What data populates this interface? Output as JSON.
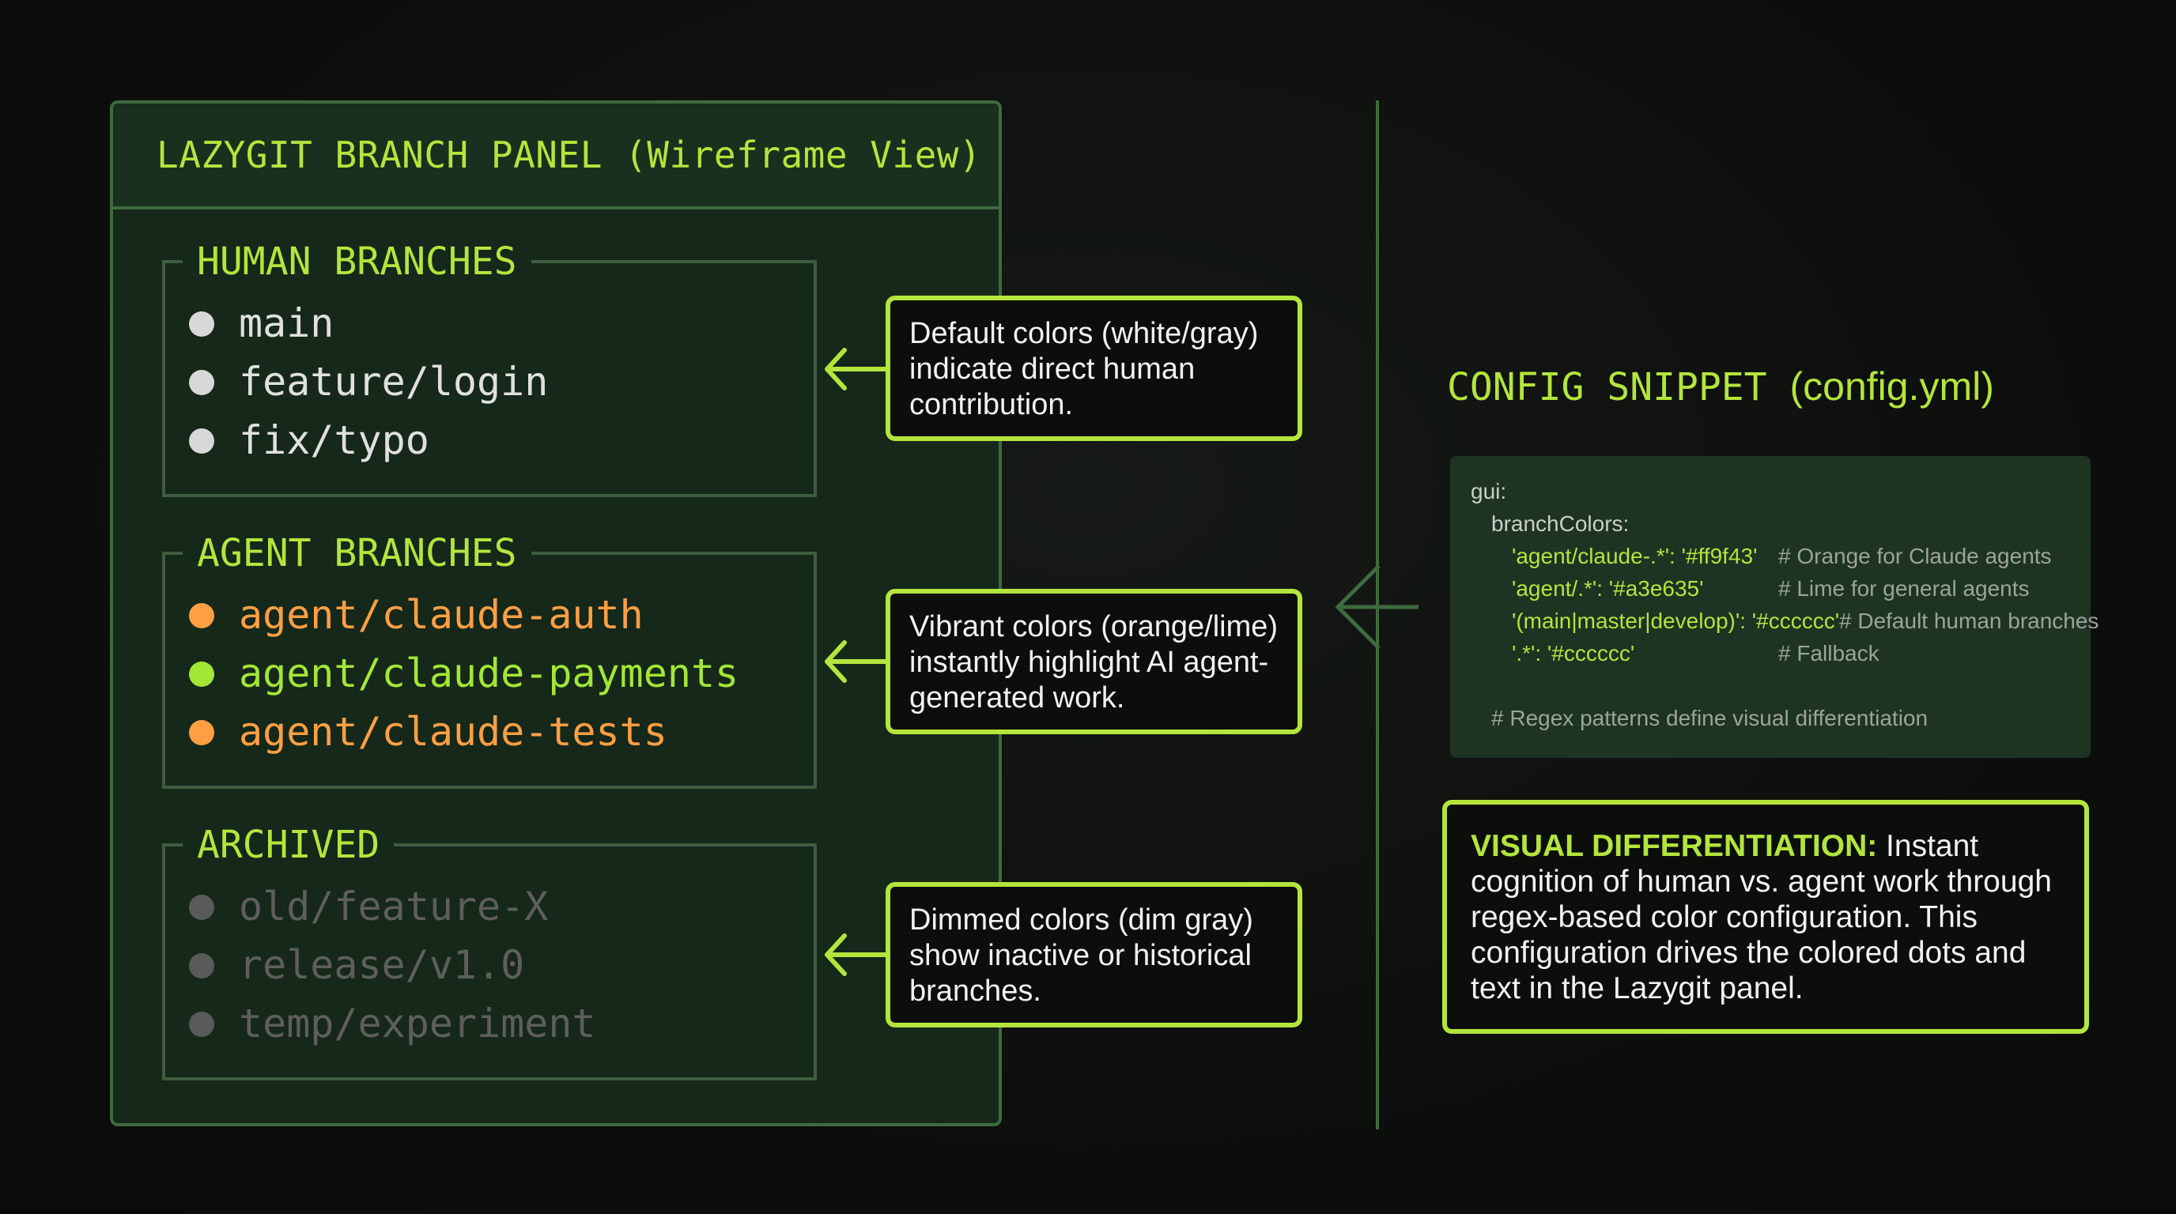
{
  "colors": {
    "lime": "#b4e53c",
    "human_dot": "#d8d8d8",
    "human_text": "#e0e0e0",
    "agent_orange": "#ff9f43",
    "agent_lime": "#a3e635",
    "archived": "#5a5a5a",
    "panel_bg": "#15281a",
    "panel_border": "#3f6a40"
  },
  "panel": {
    "title": "LAZYGIT BRANCH PANEL (Wireframe View)",
    "groups": [
      {
        "title": "HUMAN BRANCHES",
        "branches": [
          {
            "name": "main",
            "color": "human"
          },
          {
            "name": "feature/login",
            "color": "human"
          },
          {
            "name": "fix/typo",
            "color": "human"
          }
        ]
      },
      {
        "title": "AGENT BRANCHES",
        "branches": [
          {
            "name": "agent/claude-auth",
            "color": "orange"
          },
          {
            "name": "agent/claude-payments",
            "color": "lime"
          },
          {
            "name": "agent/claude-tests",
            "color": "orange"
          }
        ]
      },
      {
        "title": "ARCHIVED",
        "branches": [
          {
            "name": "old/feature-X",
            "color": "archived"
          },
          {
            "name": "release/v1.0",
            "color": "archived"
          },
          {
            "name": "temp/experiment",
            "color": "archived"
          }
        ]
      }
    ]
  },
  "callouts": [
    "Default colors (white/gray) indicate direct human contribution.",
    "Vibrant colors (orange/lime) instantly highlight AI agent-generated work.",
    "Dimmed colors (dim gray) show inactive or historical branches."
  ],
  "config": {
    "title_prefix": "CONFIG SNIPPET",
    "title_file": "(config.yml)",
    "lines": {
      "gui": "gui:",
      "branch_colors": "branchColors:",
      "rule1": "'agent/claude-.*': '#ff9f43'",
      "rule1_comment": "# Orange for Claude agents",
      "rule2": "'agent/.*': '#a3e635'",
      "rule2_comment": "# Lime for general agents",
      "rule3": "'(main|master|develop)': '#cccccc'",
      "rule3_comment": "# Default human branches",
      "rule4": "'.*': '#cccccc'",
      "rule4_comment": "# Fallback",
      "footer_comment": "# Regex patterns define visual differentiation"
    }
  },
  "summary": {
    "lead": "VISUAL DIFFERENTIATION:",
    "body": " Instant cognition of human vs. agent work through regex-based color configuration. This configuration drives the colored dots and text in the Lazygit panel."
  }
}
